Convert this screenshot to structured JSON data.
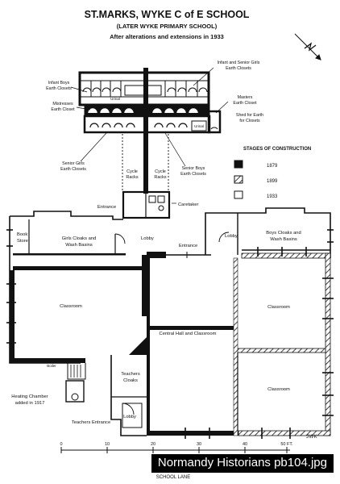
{
  "header": {
    "title": "ST.MARKS, WYKE C of E SCHOOL",
    "subtitle": "(LATER WYKE PRIMARY SCHOOL)",
    "note": "After alterations and extensions in 1933"
  },
  "legend": {
    "heading": "STAGES OF CONSTRUCTION",
    "items": [
      {
        "year": "1879",
        "style": "solid"
      },
      {
        "year": "1899",
        "style": "hatched"
      },
      {
        "year": "1933",
        "style": "empty"
      }
    ]
  },
  "labels": {
    "infant_boys": [
      "Infant Boys",
      "Earth Closets"
    ],
    "infant_senior_girls": [
      "Infant and Senior Girls",
      "Earth Closets"
    ],
    "masters": [
      "Masters",
      "Earth Closet"
    ],
    "mistresses": [
      "Mistresses",
      "Earth Closet"
    ],
    "shed": [
      "Shed for Earth",
      "for Closets"
    ],
    "urinal_left": "Urinal",
    "urinal_right": "Urinal",
    "senior_girls": [
      "Senior Girls",
      "Earth Closets"
    ],
    "senior_boys": [
      "Senior Boys",
      "Earth Closets"
    ],
    "cycle_left": [
      "Cycle",
      "Racks"
    ],
    "cycle_right": [
      "Cycle",
      "Racks"
    ],
    "entrance_top": "Entrance",
    "caretaker": "Caretaker",
    "book_store": [
      "Book",
      "Store"
    ],
    "girls_cloaks": [
      "Girls Cloaks and",
      "Wash Basins"
    ],
    "lobby_left": "Lobby",
    "entrance_mid": "Entrance",
    "lobby_right": "Lobby",
    "boys_cloaks": [
      "Boys Cloaks and",
      "Wash Basins"
    ],
    "classroom_left": "Classroom",
    "classroom_right_top": "Classroom",
    "central_hall": "Central Hall and Classroom",
    "classroom_right_bottom": "Classroom",
    "teachers_cloaks": [
      "Teachers",
      "Cloaks"
    ],
    "heating": [
      "Heating Chamber",
      "added in 1917"
    ],
    "lobby_bottom": "Lobby",
    "teachers_entrance": "Teachers Entrance",
    "boiler": "Boiler",
    "school_lane": "SCHOOL LANE"
  },
  "scale": {
    "ticks": [
      "0",
      "10",
      "20",
      "30",
      "40",
      "50 FT."
    ]
  },
  "initials": "JWK",
  "caption": "Normandy Historians pb104.jpg"
}
